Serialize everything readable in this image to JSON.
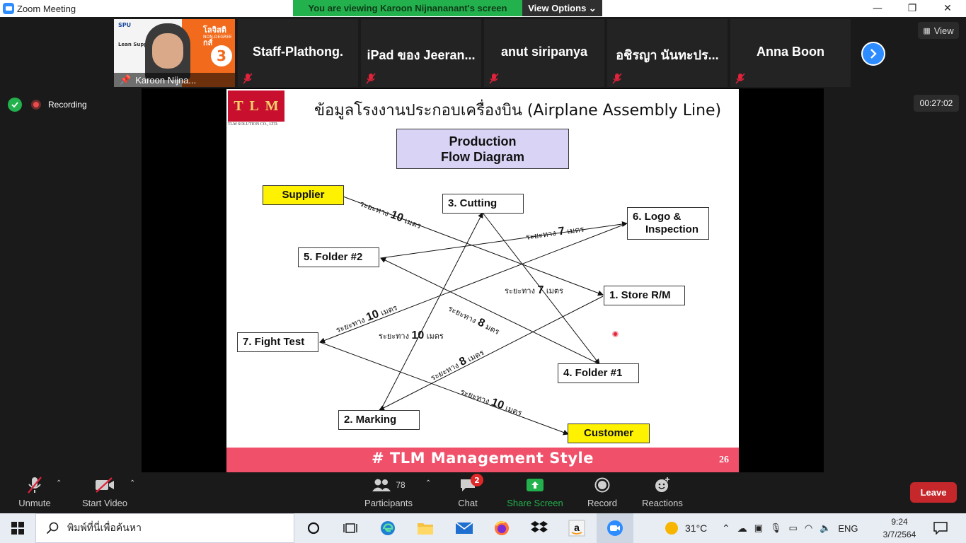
{
  "window": {
    "title": "Zoom Meeting",
    "minimize": "—",
    "maximize": "❐",
    "close": "✕"
  },
  "banner": {
    "viewing": "You are viewing Karoon Nijnananant's screen",
    "view_options": "View Options ⌄"
  },
  "participants_strip": {
    "video_name": "Karoon Nijna...",
    "video_logo": "SPU",
    "video_heading": "โลจิสติกส์",
    "video_subheading": "NON-DEGREE",
    "video_course": "Lean Supp Transform",
    "video_round": "3",
    "tiles": [
      {
        "name": "Staff-Plathong."
      },
      {
        "name": "iPad ของ Jeeran..."
      },
      {
        "name": "anut siripanya"
      },
      {
        "name": "อชิรญา  นันทะปร..."
      },
      {
        "name": "Anna Boon"
      }
    ],
    "view_label": "View"
  },
  "status": {
    "recording": "Recording",
    "timer": "00:27:02"
  },
  "slide": {
    "logo_letters": [
      "T",
      "L",
      "M"
    ],
    "logo_sub": "TLM SOLUTION CO., LTD.",
    "title": "ข้อมูลโรงงานประกอบเครื่องบิน (Airplane Assembly Line)",
    "diagram_title_line1": "Production",
    "diagram_title_line2": "Flow Diagram",
    "nodes": {
      "supplier": "Supplier",
      "cutting": "3. Cutting",
      "logo_inspection_1": "6. Logo &",
      "logo_inspection_2": "Inspection",
      "folder2": "5. Folder #2",
      "store": "1. Store R/M",
      "fight_test": "7. Fight Test",
      "folder1": "4. Folder #1",
      "marking": "2. Marking",
      "customer": "Customer"
    },
    "distances": [
      {
        "pre": "ระยะทาง ",
        "num": "10",
        "post": " เมตร"
      },
      {
        "pre": "ระยะทาง ",
        "num": "7",
        "post": " เมตร"
      },
      {
        "pre": "ระยะทาง ",
        "num": "7",
        "post": " เมตร"
      },
      {
        "pre": "ระยะทาง ",
        "num": "8",
        "post": " มตร"
      },
      {
        "pre": "ระยะทาง ",
        "num": "10",
        "post": " เมตร"
      },
      {
        "pre": "ระยะทาง ",
        "num": "10",
        "post": " เมตร"
      },
      {
        "pre": "ระยะทาง ",
        "num": "8",
        "post": " เมตร"
      },
      {
        "pre": "ระยะทาง ",
        "num": "10",
        "post": " เมตร"
      }
    ],
    "footer": "# TLM Management Style",
    "page_number": "26"
  },
  "controls": {
    "unmute": "Unmute",
    "start_video": "Start Video",
    "participants": "Participants",
    "participants_count": "78",
    "chat": "Chat",
    "chat_badge": "2",
    "share_screen": "Share Screen",
    "record": "Record",
    "reactions": "Reactions",
    "leave": "Leave"
  },
  "taskbar": {
    "search_placeholder": "พิมพ์ที่นี่เพื่อค้นหา",
    "temperature": "31°C",
    "language": "ENG",
    "time": "9:24",
    "date": "3/7/2564"
  },
  "colors": {
    "zoom_blue": "#2d8cff",
    "banner_green": "#23b14d",
    "leave_red": "#c6272b",
    "footer_pink": "#f0506a",
    "node_yellow": "#fff200"
  }
}
